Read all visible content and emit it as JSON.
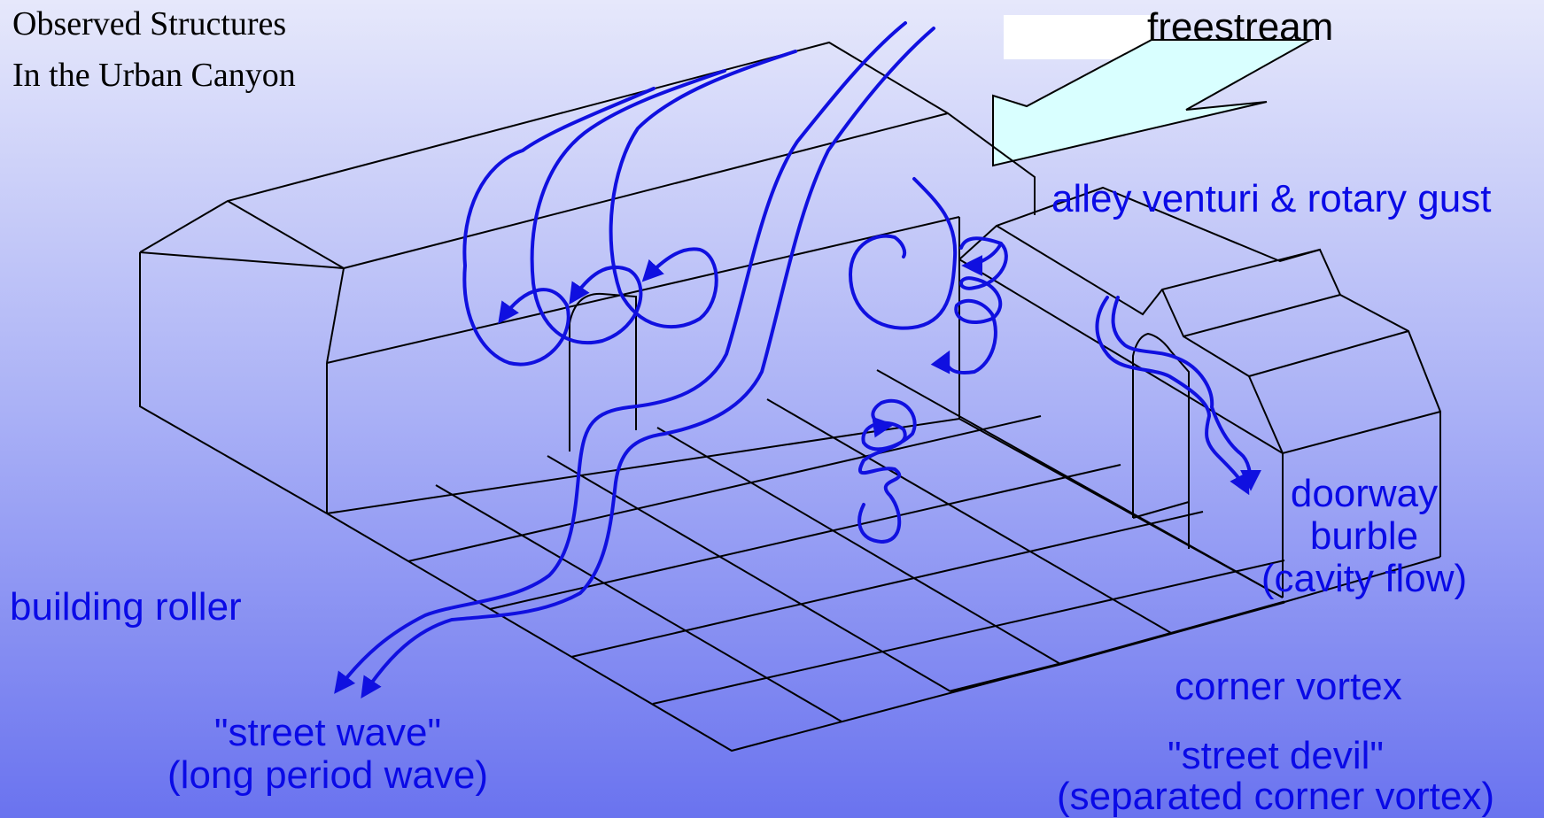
{
  "title": [
    "Observed Structures",
    "In the Urban Canyon"
  ],
  "labels": {
    "freestream": "freestream",
    "alley": "alley venturi & rotary gust",
    "doorway": [
      "doorway",
      "burble",
      "(cavity flow)"
    ],
    "building_roller": "building roller",
    "street_wave": [
      "\"street wave\"",
      "(long period wave)"
    ],
    "corner_vortex": "corner vortex",
    "street_devil": [
      "\"street devil\"",
      "(separated corner vortex)"
    ]
  },
  "colors": {
    "flow": "#1010e0",
    "label": "#0a0ae6",
    "freestream_arrow": "#d9ffff",
    "lines": "#000000"
  }
}
